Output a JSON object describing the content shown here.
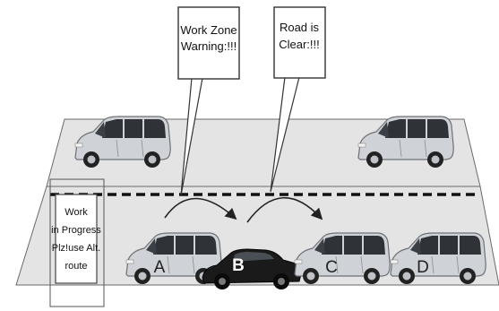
{
  "callouts": {
    "work_zone": {
      "line1": "Work Zone",
      "line2": "Warning:!!!"
    },
    "road_clear": {
      "line1": "Road is",
      "line2": "Clear:!!!"
    }
  },
  "work_sign": {
    "line1": "Work",
    "line2": "in Progress",
    "line3": "Plz!use Alt.",
    "line4": "route"
  },
  "vehicles": [
    {
      "label": "A",
      "kind": "silver-van"
    },
    {
      "label": "B",
      "kind": "black-sports-car"
    },
    {
      "label": "C",
      "kind": "silver-van"
    },
    {
      "label": "D",
      "kind": "silver-van"
    }
  ],
  "colors": {
    "road": "#e4e4e4",
    "outline": "#6a6a6a",
    "van_body": "#cfd2d6",
    "car_body": "#1a1a1a"
  }
}
